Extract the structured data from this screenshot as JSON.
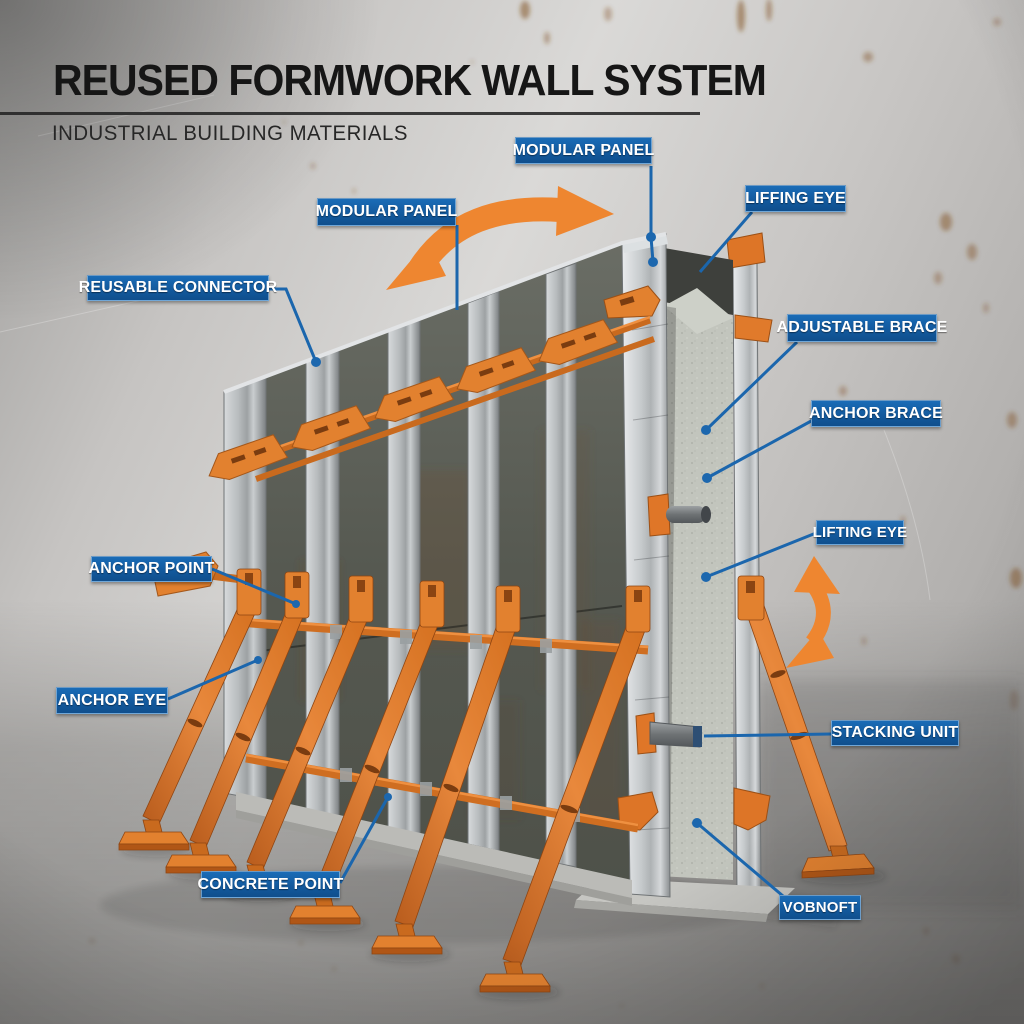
{
  "header": {
    "title": "REUSED FORMWORK WALL SYSTEM",
    "subtitle": "INDUSTRIAL BUILDING MATERIALS"
  },
  "labels": {
    "modular_panel_top": {
      "text": "MODULAR PANEL"
    },
    "modular_panel_left": {
      "text": "MODULAR PANEL"
    },
    "liffing_eye": {
      "text": "LIFFING EYE"
    },
    "reusable_connector": {
      "text": "REUSABLE CONNECTOR"
    },
    "adjustable_brace": {
      "text": "ADJUSTABLE BRACE"
    },
    "anchor_brace": {
      "text": "ANCHOR BRACE"
    },
    "lifting_eye": {
      "text": "LIFTING EYE"
    },
    "anchor_point": {
      "text": "ANCHOR POINT"
    },
    "anchor_eye": {
      "text": "ANCHOR EYE"
    },
    "stacking_unit": {
      "text": "STACKING UNIT"
    },
    "concrete_point": {
      "text": "CONCRETE POINT"
    },
    "vobnoft": {
      "text": "VOBNOFT"
    }
  },
  "icons": {
    "swap_arrow": "curved-swap-arrow",
    "updown_arrow": "vertical-double-arrow"
  },
  "colors": {
    "label_blue": "#1560a8",
    "leader_blue": "#1b66ad",
    "accent_orange": "#ee8630",
    "brace_orange": "#e2812f",
    "title_black": "#161616",
    "panel_grey": "#5c5f58",
    "rail_grey": "#b7bbbd",
    "concrete_grey": "#c2c5bd"
  }
}
